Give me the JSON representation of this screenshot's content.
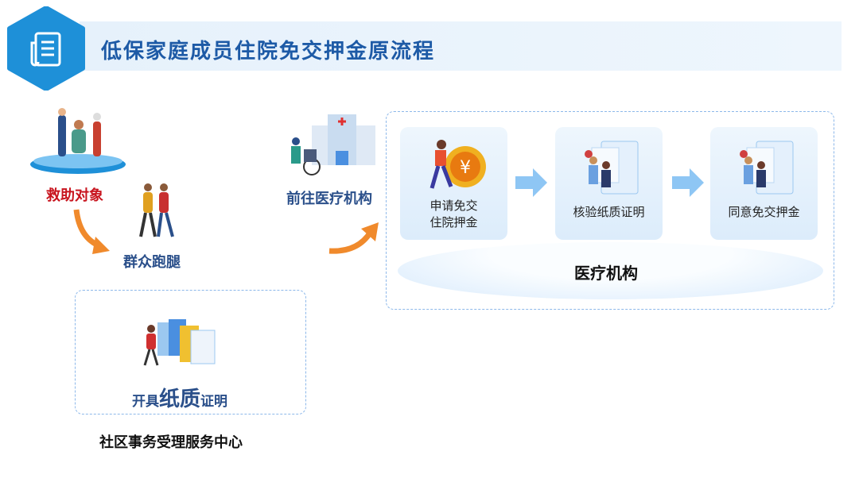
{
  "header": {
    "title": "低保家庭成员住院免交押金原流程",
    "icon": "document-icon"
  },
  "left": {
    "subject_label": "救助对象",
    "errand_label": "群众跑腿",
    "certificate": {
      "prefix": "开具",
      "emphasis": "纸质",
      "suffix": "证明"
    },
    "center_label": "社区事务受理服务中心"
  },
  "middle": {
    "go_label": "前往医疗机构"
  },
  "hospital": {
    "steps": [
      {
        "label_line1": "申请免交",
        "label_line2": "住院押金"
      },
      {
        "label": "核验纸质证明"
      },
      {
        "label": "同意免交押金"
      }
    ],
    "platform_label": "医疗机构"
  },
  "colors": {
    "title": "#1d5aa6",
    "accent_blue": "#1e90d8",
    "red": "#c8141e",
    "orange": "#f08a2c"
  }
}
